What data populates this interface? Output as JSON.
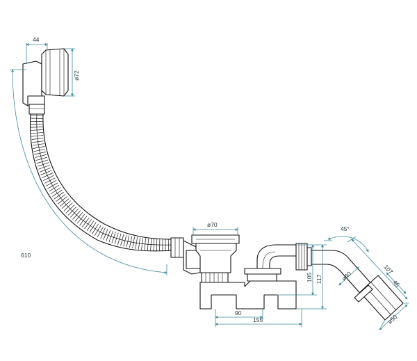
{
  "diagram": {
    "dimensions": {
      "d44": "44",
      "d72": "ø72",
      "d610": "610",
      "d70": "ø70",
      "d45deg": "45°",
      "d107": "107",
      "d40": "ø40",
      "d46": "46",
      "d50": "ø50",
      "d105": "105",
      "d117": "117",
      "d90": "90",
      "d155": "155"
    },
    "colors": {
      "dimension_line": "#3f8a9c",
      "object_line": "#111111"
    }
  }
}
